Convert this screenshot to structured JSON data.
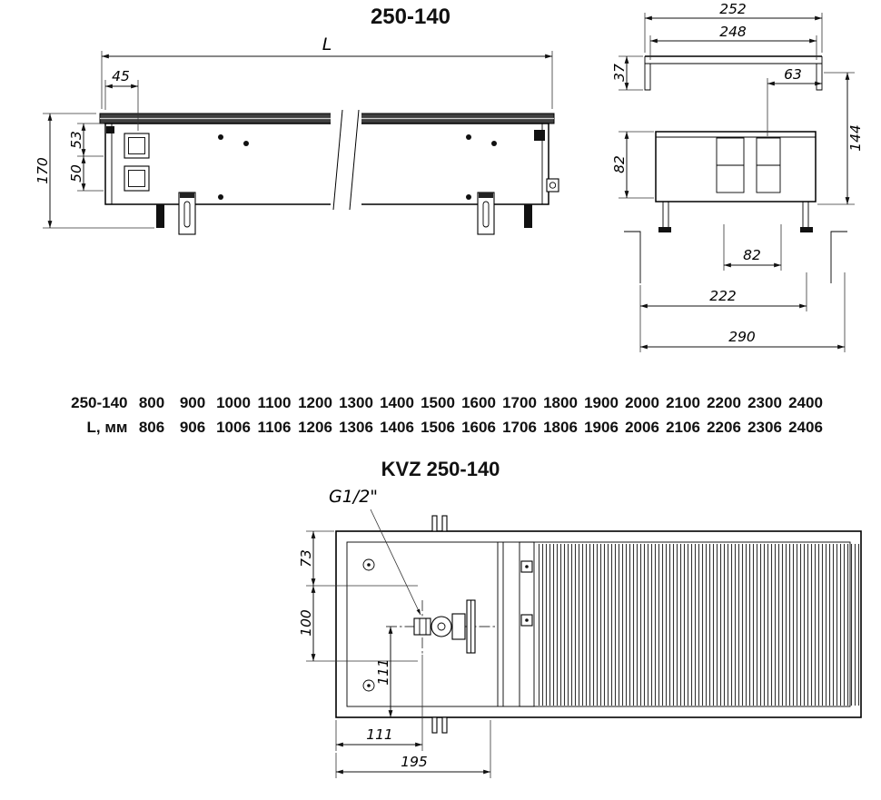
{
  "titles": {
    "top": "250-140",
    "plan": "KVZ 250-140"
  },
  "side_view": {
    "dims": {
      "length": "L",
      "d45": "45",
      "d53": "53",
      "d50": "50",
      "d170": "170"
    }
  },
  "section_view": {
    "dims": {
      "d252": "252",
      "d248": "248",
      "d37": "37",
      "d63": "63",
      "d82_side": "82",
      "d144": "144",
      "d82_bottom": "82",
      "d222": "222",
      "d290": "290"
    }
  },
  "size_table": {
    "row1": {
      "label": "250-140",
      "values": [
        "800",
        "900",
        "1000",
        "1100",
        "1200",
        "1300",
        "1400",
        "1500",
        "1600",
        "1700",
        "1800",
        "1900",
        "2000",
        "2100",
        "2200",
        "2300",
        "2400"
      ]
    },
    "row2": {
      "label": "L, мм",
      "values": [
        "806",
        "906",
        "1006",
        "1106",
        "1206",
        "1306",
        "1406",
        "1506",
        "1606",
        "1706",
        "1806",
        "1906",
        "2006",
        "2106",
        "2206",
        "2306",
        "2406"
      ]
    }
  },
  "plan_view": {
    "thread_label": "G1/2\"",
    "dims": {
      "d73": "73",
      "d100": "100",
      "d111_vertical": "111",
      "d111_horizontal": "111",
      "d195": "195"
    }
  }
}
